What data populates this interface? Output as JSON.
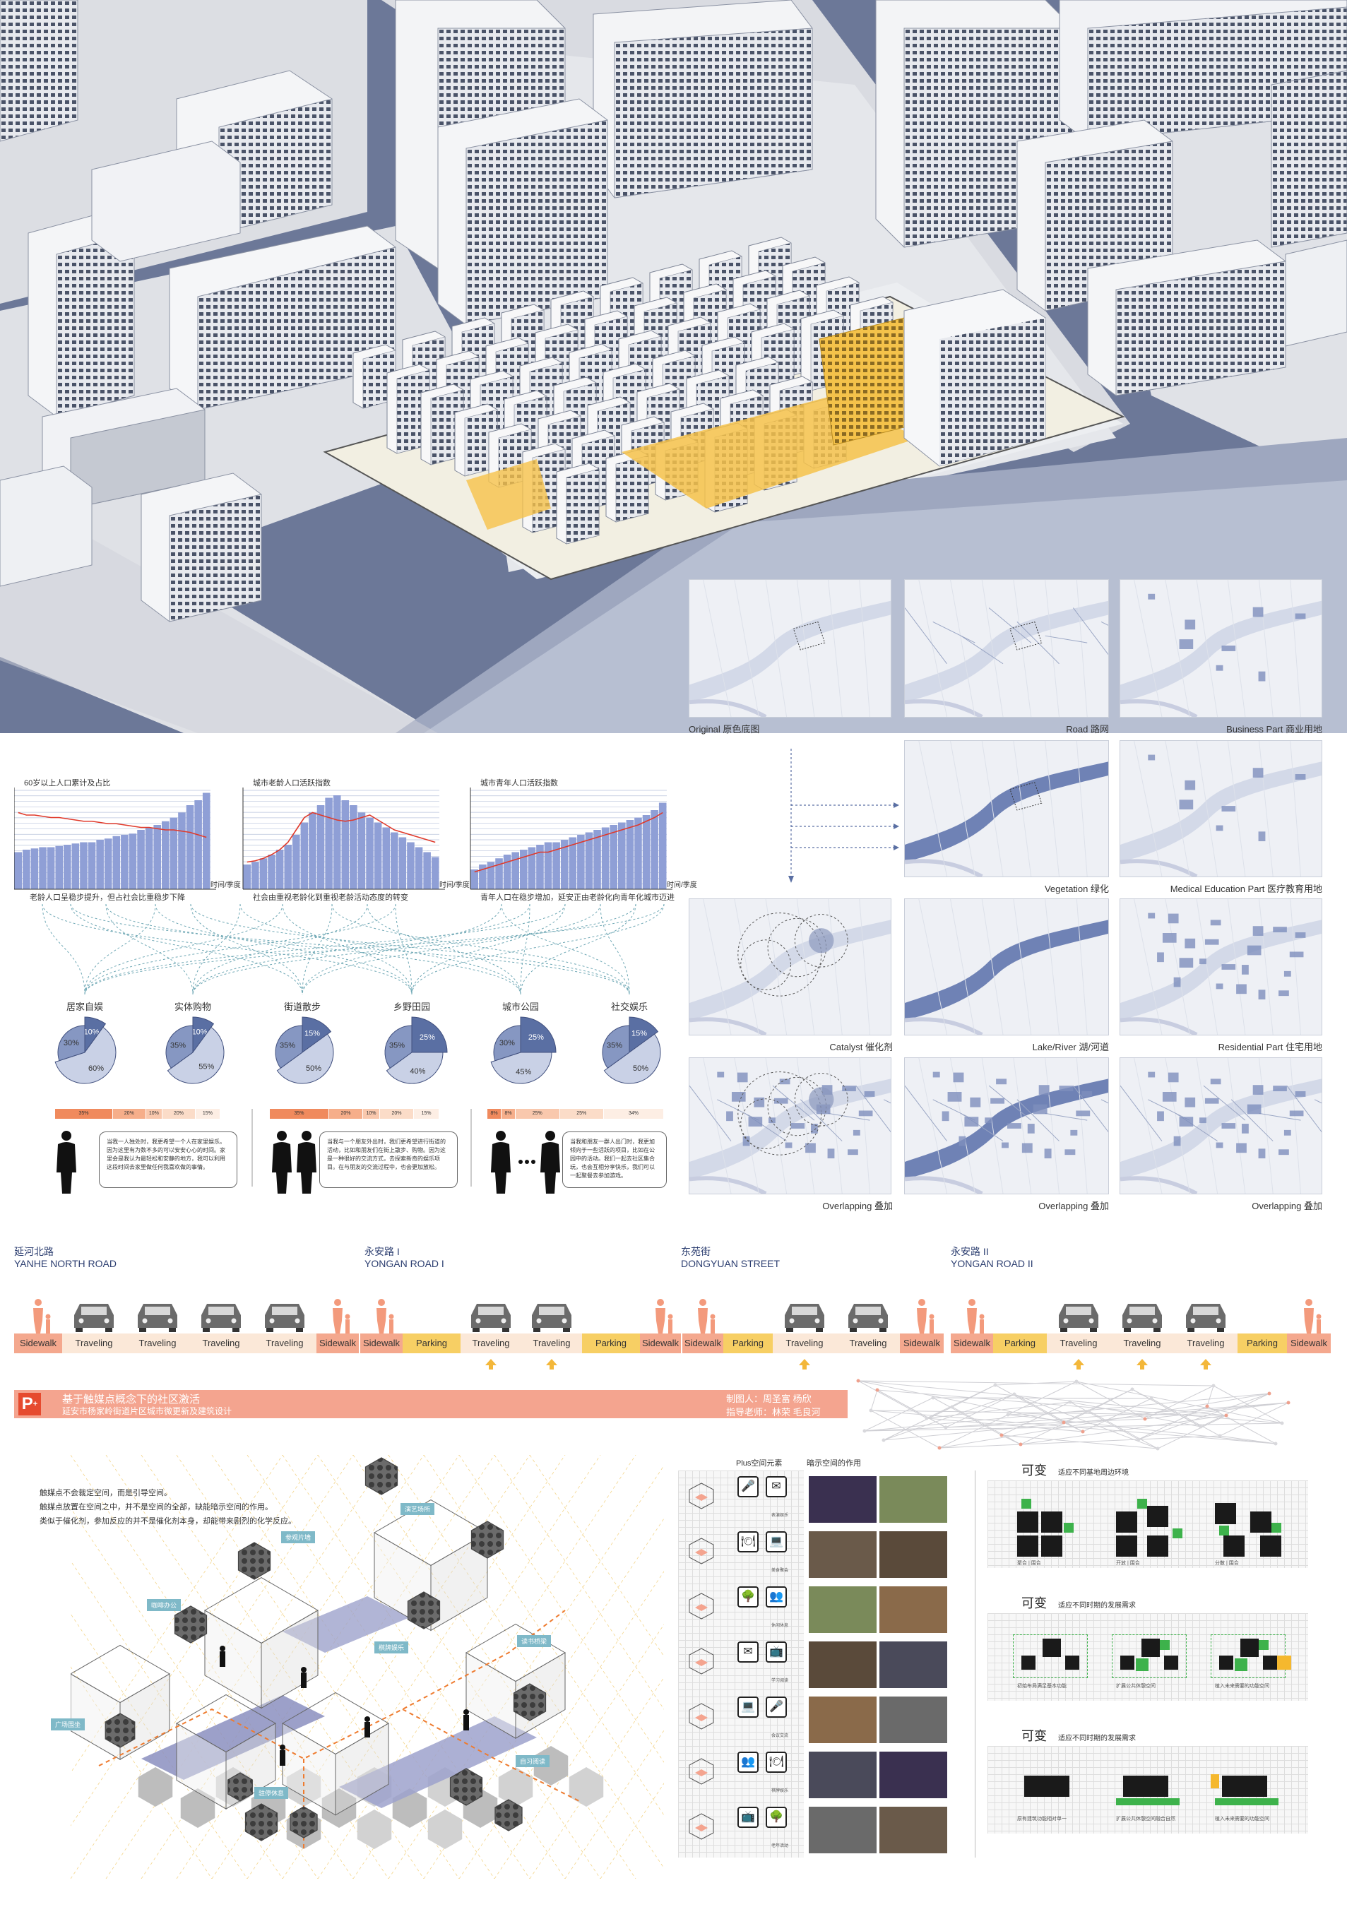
{
  "maps": {
    "original": "Original 原色底图",
    "road": "Road 路网",
    "business": "Business Part 商业用地",
    "vegetation": "Vegetation 绿化",
    "medical": "Medical Education Part 医疗教育用地",
    "catalyst": "Catalyst 催化剂",
    "lake": "Lake/River 湖/河道",
    "residential": "Residential Part 住宅用地",
    "overlap1": "Overlapping 叠加",
    "overlap2": "Overlapping 叠加",
    "overlap3": "Overlapping 叠加"
  },
  "charts": [
    {
      "title": "60岁以上人口累计及占比",
      "unit": "时间/季度",
      "caption": "老龄人口呈稳步提升，但占社会比重稳步下降",
      "values": [
        30,
        32,
        33,
        34,
        34,
        35,
        36,
        37,
        38,
        38,
        40,
        41,
        43,
        44,
        45,
        48,
        50,
        52,
        55,
        58,
        62,
        68,
        72,
        78
      ],
      "line": [
        62,
        60,
        60,
        59,
        58,
        58,
        57,
        56,
        55,
        55,
        54,
        53,
        53,
        52,
        51,
        50,
        50,
        49,
        48,
        48,
        47,
        46,
        44,
        42
      ]
    },
    {
      "title": "城市老龄人口活跃指数",
      "unit": "时间/季度",
      "caption": "社会由重视老龄化到重视老龄活动态度的转变",
      "values": [
        20,
        22,
        25,
        28,
        32,
        36,
        44,
        54,
        62,
        68,
        74,
        76,
        72,
        68,
        62,
        58,
        54,
        50,
        46,
        42,
        38,
        34,
        30,
        26
      ],
      "line": [
        22,
        23,
        25,
        28,
        32,
        38,
        48,
        58,
        62,
        60,
        58,
        56,
        55,
        56,
        58,
        60,
        56,
        52,
        48,
        46,
        44,
        42,
        40,
        38
      ]
    },
    {
      "title": "城市青年人口活跃指数",
      "unit": "时间/季度",
      "caption": "青年人口在稳步增加，延安正由老龄化向青年化城市迈进",
      "values": [
        16,
        20,
        22,
        25,
        28,
        30,
        32,
        34,
        36,
        38,
        38,
        40,
        42,
        44,
        46,
        48,
        50,
        52,
        54,
        56,
        58,
        60,
        64,
        70
      ],
      "line": [
        14,
        16,
        18,
        20,
        22,
        24,
        26,
        28,
        30,
        30,
        32,
        34,
        36,
        38,
        40,
        42,
        44,
        46,
        48,
        50,
        52,
        55,
        58,
        62
      ]
    }
  ],
  "pies": [
    {
      "label": "居家自娱",
      "slices": [
        10,
        30,
        60
      ],
      "pcts": [
        "10%",
        "30%",
        "60%"
      ]
    },
    {
      "label": "实体购物",
      "slices": [
        10,
        35,
        55
      ],
      "pcts": [
        "10%",
        "35%",
        "55%"
      ]
    },
    {
      "label": "街道散步",
      "slices": [
        15,
        35,
        50
      ],
      "pcts": [
        "15%",
        "35%",
        "50%"
      ]
    },
    {
      "label": "乡野田园",
      "slices": [
        25,
        35,
        40
      ],
      "pcts": [
        "25%",
        "35%",
        "40%"
      ]
    },
    {
      "label": "城市公园",
      "slices": [
        25,
        30,
        45
      ],
      "pcts": [
        "25%",
        "30%",
        "45%"
      ]
    },
    {
      "label": "社交娱乐",
      "slices": [
        15,
        35,
        50
      ],
      "pcts": [
        "15%",
        "35%",
        "50%"
      ]
    }
  ],
  "strips": [
    {
      "segments": [
        {
          "v": 35,
          "t": "35%"
        },
        {
          "v": 20,
          "t": "20%"
        },
        {
          "v": 10,
          "t": "10%"
        },
        {
          "v": 20,
          "t": "20%"
        },
        {
          "v": 15,
          "t": "15%"
        }
      ]
    },
    {
      "segments": [
        {
          "v": 35,
          "t": "35%"
        },
        {
          "v": 20,
          "t": "20%"
        },
        {
          "v": 10,
          "t": "10%"
        },
        {
          "v": 20,
          "t": "20%"
        },
        {
          "v": 15,
          "t": "15%"
        }
      ]
    },
    {
      "segments": [
        {
          "v": 8,
          "t": "8%"
        },
        {
          "v": 8,
          "t": "8%"
        },
        {
          "v": 25,
          "t": "25%"
        },
        {
          "v": 25,
          "t": "25%"
        },
        {
          "v": 34,
          "t": "34%"
        }
      ]
    }
  ],
  "bubbles": [
    "当我一人独处时，我更希望一个人在家里娱乐。因为这里有为数不多的可以安安心心的时间。家里会是我认为最轻松和安静的地方，我可以利用这段时间去家里做任何我喜欢做的事情。",
    "当我与一个朋友外出时，我们更希望进行街道的活动，比如和朋友们在街上散步、购物。因为这是一种很好的交流方式，去探索新奇的娱乐项目。在与朋友的交流过程中，也会更加放松。",
    "当我和朋友一群人出门时，我更加倾向于一些活跃的项目，比如在公园中的活动。我们一起去社区集合玩，也会互相分享快乐，我们可以一起聚餐去参加游戏。"
  ],
  "streets": [
    {
      "cn": "延河北路",
      "en": "YANHE NORTH ROAD"
    },
    {
      "cn": "永安路 I",
      "en": "YONGAN ROAD I"
    },
    {
      "cn": "东苑街",
      "en": "DONGYUAN STREET"
    },
    {
      "cn": "永安路 II",
      "en": "YONGAN ROAD II"
    }
  ],
  "lanes": {
    "sidewalk": "Sidewalk",
    "traveling": "Traveling",
    "parking": "Parking"
  },
  "banner": {
    "logo": "P",
    "title": "基于触媒点概念下的社区激活",
    "subtitle": "延安市杨家岭街道片区城市微更新及建筑设计",
    "author": "制图人：周圣富 杨欣",
    "advisor": "指导老师：林荣 毛良河"
  },
  "intro": [
    "触媒点不会裁定空间，而是引导空间。",
    "触媒点放置在空间之中，并不是空间的全部，缺能暗示空间的作用。",
    "类似于催化剂，参加反应的并不是催化剂本身，却能带来剧烈的化学反应。"
  ],
  "tags": [
    "演艺场所",
    "参观片墙",
    "咖啡办公",
    "棋牌娱乐",
    "读书桥梁",
    "广场围坐",
    "自习阅读",
    "驻停休息"
  ],
  "plus": {
    "head1": "Plus空间元素",
    "head2": "暗示空间的作用",
    "captions": [
      "表演娱乐",
      "美食聚会",
      "休闲休息",
      "学习阅读",
      "会议交流",
      "棋牌娱乐",
      "老年活动"
    ],
    "icons": [
      "🎤",
      "🍽",
      "🌳",
      "✉",
      "💻",
      "👥",
      "📺"
    ]
  },
  "variable": [
    {
      "head": "可变",
      "sub": "适应不同基地周边环境",
      "caps": [
        "聚合 | 围合",
        "开放 | 围合",
        "分散 | 围合"
      ]
    },
    {
      "head": "可变",
      "sub": "适应不同时期的发展需求",
      "caps": [
        "初始布局满足基本功能",
        "扩展公共休憩空间",
        "植入未来需要的功能空间"
      ]
    },
    {
      "head": "可变",
      "sub": "适应不同时期的发展需求",
      "caps": [
        "原有建筑功能相对单一",
        "扩展公共休憩空间融合自然",
        "植入未来需要的功能空间"
      ]
    }
  ],
  "colors": {
    "pieDark": "#5a6fa3",
    "pieMid": "#8697c2",
    "pieLight": "#c9d1e6",
    "bar": "#8f9fd6",
    "line": "#e0392a",
    "accent": "#f4a48f",
    "yellow": "#f5b82e",
    "green": "#3db24b"
  }
}
